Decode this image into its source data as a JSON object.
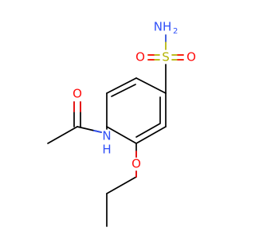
{
  "molecule": {
    "colors": {
      "bond": "#000000",
      "oxygen": "#ff0d0d",
      "nitrogen": "#3050f8",
      "sulfur": "#b3b300",
      "background": "#ffffff"
    },
    "labels": {
      "sulfonamide_n": "NH",
      "sulfonamide_n_sub": "2",
      "sulfur": "S",
      "sulfonyl_o_left": "O",
      "sulfonyl_o_right": "O",
      "carbonyl_o": "O",
      "amide_n": "N",
      "amide_h": "H",
      "ether_o": "O"
    }
  }
}
